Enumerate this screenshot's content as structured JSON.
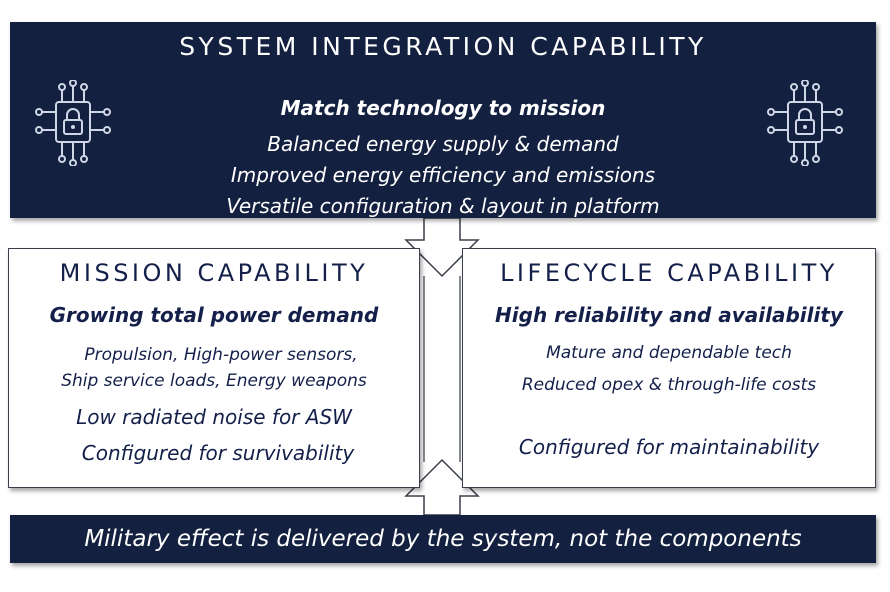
{
  "integration": {
    "title": "SYSTEM INTEGRATION CAPABILITY",
    "subtitle": "Match technology to mission",
    "items": [
      "Balanced energy supply & demand",
      "Improved energy efficiency and emissions",
      "Versatile configuration & layout in platform"
    ]
  },
  "mission": {
    "title": "MISSION CAPABILITY",
    "subtitle": "Growing total power demand",
    "items": [
      "Propulsion, High-power sensors,",
      "Ship service loads, Energy weapons",
      "Low radiated noise for ASW",
      "Configured for survivability"
    ]
  },
  "lifecycle": {
    "title": "LIFECYCLE CAPABILITY",
    "subtitle": "High reliability and availability",
    "items": [
      "Mature and dependable tech",
      "Reduced opex & through-life costs",
      "Configured for maintainability"
    ]
  },
  "footer": "Military effect is delivered by the system, not the components",
  "icons": [
    "circuit-lock-icon",
    "down-arrow-icon",
    "up-arrow-icon"
  ],
  "colors": {
    "navy": "#14203f",
    "text": "#14204a",
    "white": "#ffffff"
  }
}
